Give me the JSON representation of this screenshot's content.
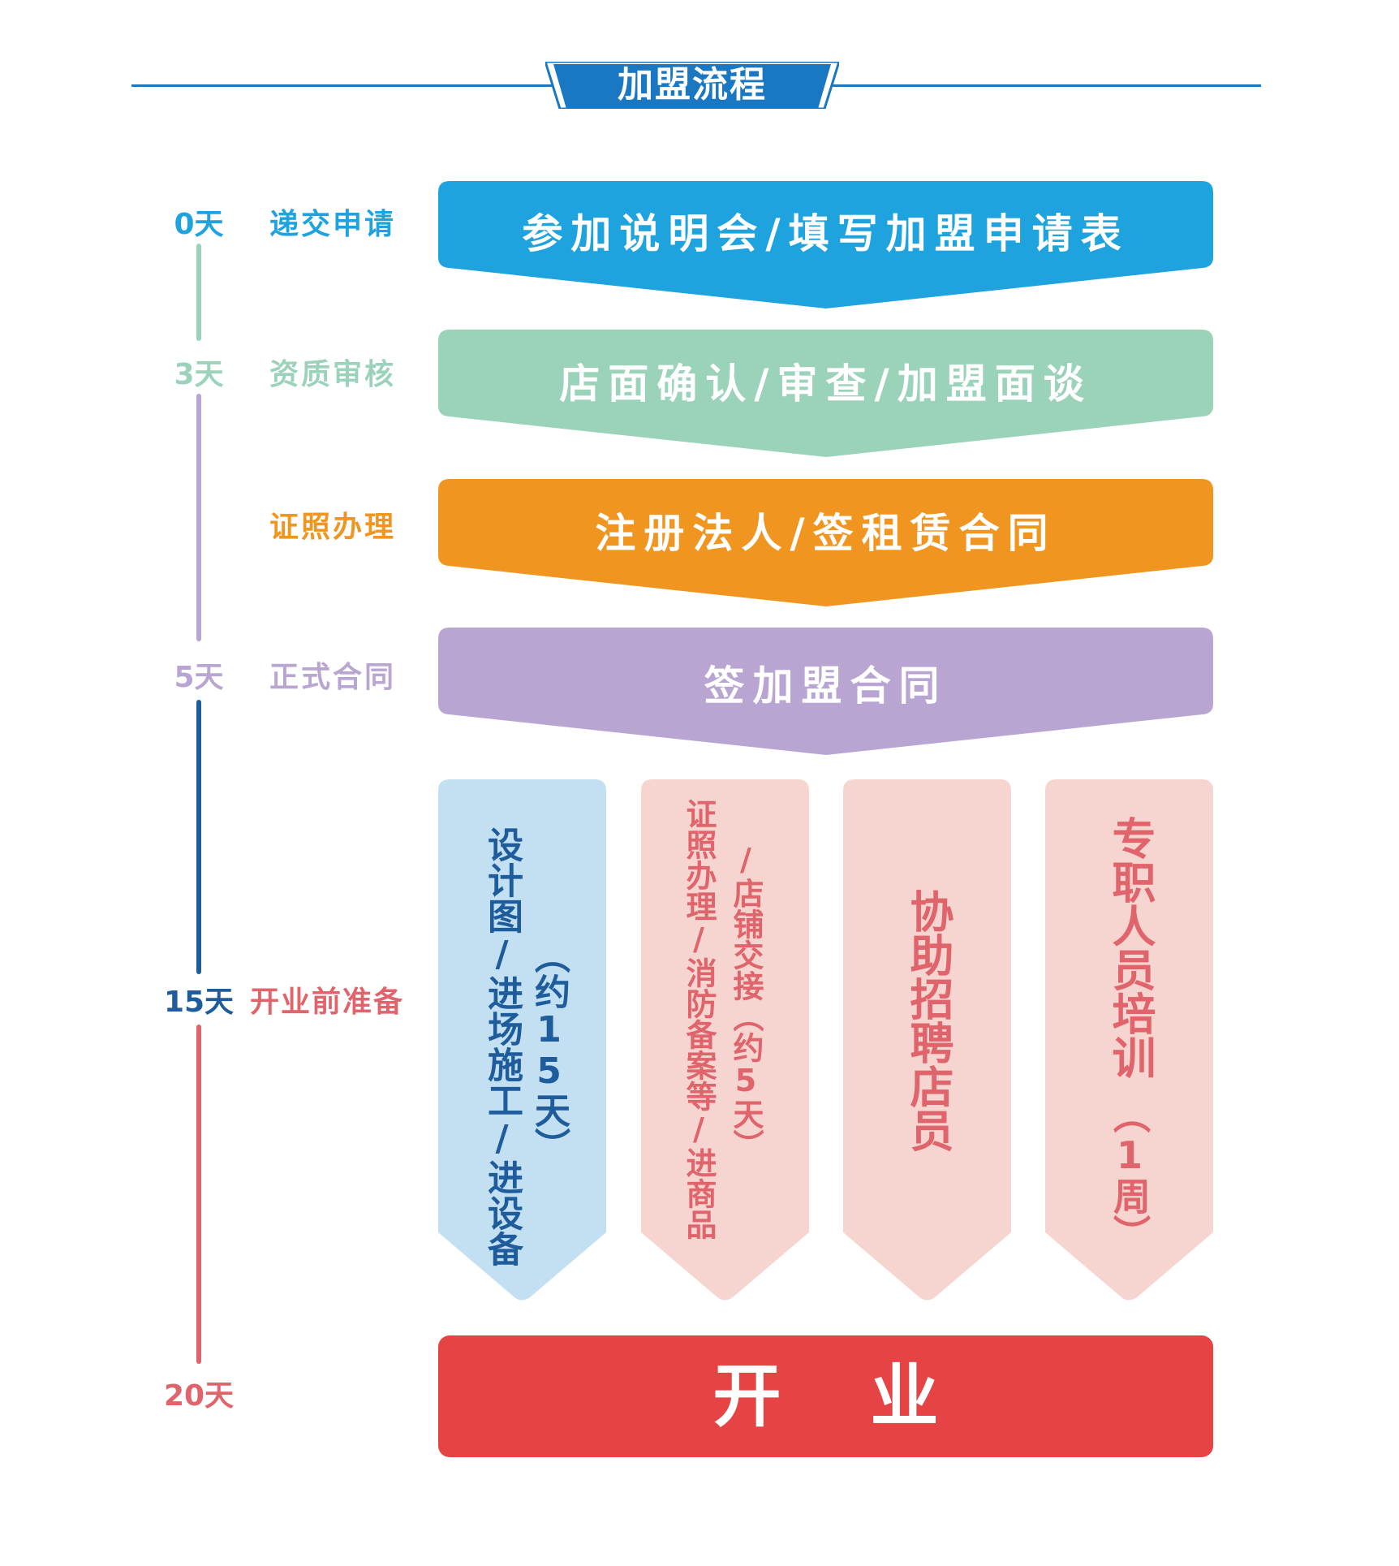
{
  "header": {
    "title": "加盟流程",
    "accent": "#1a78c2"
  },
  "timeline": {
    "days": [
      "0天",
      "3天",
      "5天",
      "15天",
      "20天"
    ],
    "stages": [
      "递交申请",
      "资质审核",
      "证照办理",
      "正式合同",
      "开业前准备"
    ],
    "colors": {
      "blue": "#1fa3de",
      "green": "#9ad3b9",
      "orange": "#f0951f",
      "purple": "#b9a5d1",
      "navy": "#1f5c9b",
      "red": "#e0646b"
    }
  },
  "steps": [
    {
      "label": "参加说明会/填写加盟申请表",
      "color": "#1fa3de"
    },
    {
      "label": "店面确认/审查/加盟面谈",
      "color": "#9ad3b9"
    },
    {
      "label": "注册法人/签租赁合同",
      "color": "#f0951f"
    },
    {
      "label": "签加盟合同",
      "color": "#b9a5d1"
    }
  ],
  "columns": [
    {
      "main": "设计图/进场施工/进设备",
      "note": "（约15天）",
      "bg": "#c3dff2",
      "fg": "#1f5c9b"
    },
    {
      "main": "证照办理/消防备案等/进商品",
      "note": "/店铺交接（约5天）",
      "bg": "#f6d4cf",
      "fg": "#e0646b"
    },
    {
      "main": "协助招聘店员",
      "note": "",
      "bg": "#f6d4cf",
      "fg": "#e0646b"
    },
    {
      "main": "专职人员培训",
      "note": "（1周）",
      "bg": "#f6d4cf",
      "fg": "#e0646b"
    }
  ],
  "final": {
    "label": "开业",
    "color": "#e64444"
  }
}
